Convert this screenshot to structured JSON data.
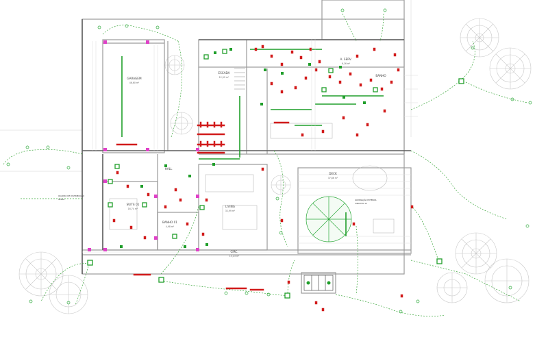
{
  "colors": {
    "background": "#ffffff",
    "walls": "#9a9a9a",
    "wall_dark": "#5c5c5c",
    "circuit_green": "#1f9e2a",
    "circuit_dashed": "#3aa63a",
    "device_red": "#d11a1a",
    "column_magenta": "#e040c8",
    "tree_gray": "#c8c8c8",
    "text": "#444444"
  },
  "rooms": [
    {
      "id": "garage",
      "label": "GARAGEM",
      "area": "46,60 m²"
    },
    {
      "id": "escada",
      "label": "ESCADA",
      "area": "12,99 m²"
    },
    {
      "id": "a-serv",
      "label": "A. SERV.",
      "area": "6,16 m²"
    },
    {
      "id": "banho",
      "label": "BANHO",
      "area": ""
    },
    {
      "id": "hall",
      "label": "HALL",
      "area": ""
    },
    {
      "id": "suite",
      "label": "SUITE 01",
      "area": "16,74 m²"
    },
    {
      "id": "banho-01",
      "label": "BANHO 01",
      "area": "4,98 m²"
    },
    {
      "id": "living",
      "label": "LIVING",
      "area": "32,99 m²"
    },
    {
      "id": "deck",
      "label": "DECK",
      "area": "37,86 m²"
    },
    {
      "id": "circ",
      "label": "CIRC.",
      "area": "13,13 m²"
    }
  ],
  "annotations": {
    "left_note_line1": "QUADRO DE DISTRIBUIÇÃO",
    "left_note_line2": "GERAL",
    "deck_note_line1": "ILUMINAÇÃO EXTERNA",
    "deck_note_line2": "CIRCUITO 12"
  },
  "icons": [
    "tree-symbol",
    "light-point-symbol",
    "outlet-symbol",
    "switch-symbol",
    "distribution-board-symbol"
  ]
}
